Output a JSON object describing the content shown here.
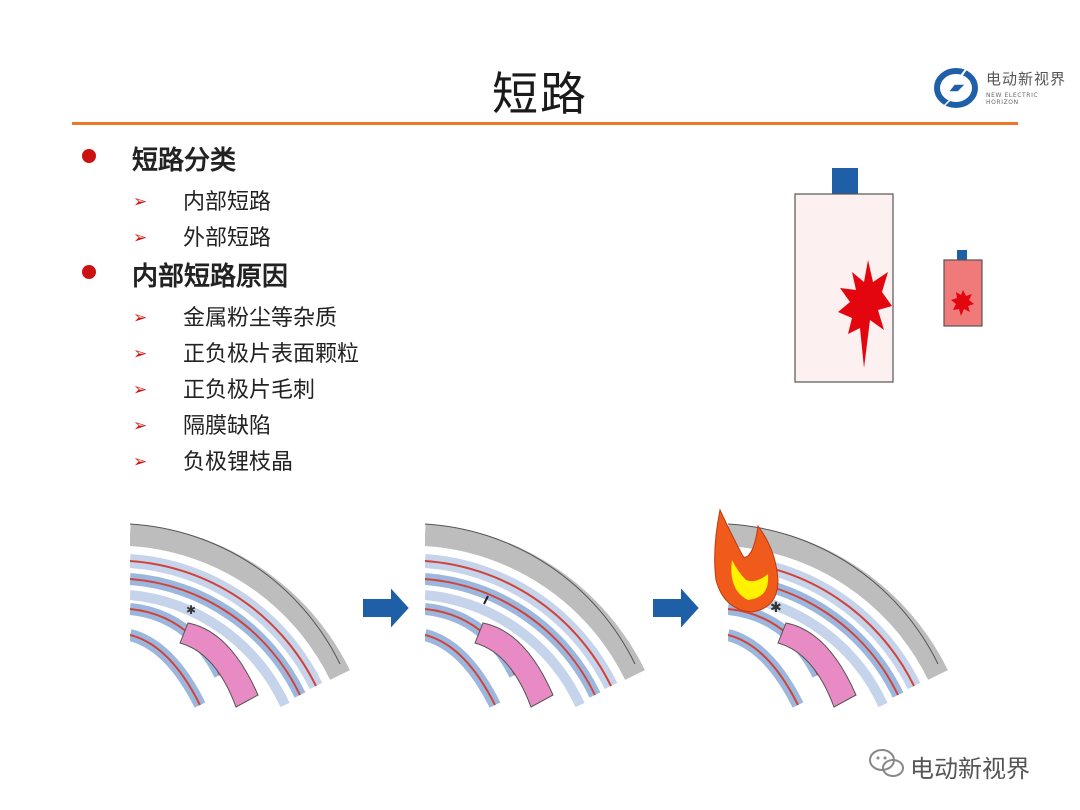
{
  "slide": {
    "title": "短路",
    "logo": {
      "name": "电动新视界",
      "tagline": "NEW ELECTRIC HORIZON"
    },
    "sections": [
      {
        "heading": "短路分类",
        "items": [
          "内部短路",
          "外部短路"
        ]
      },
      {
        "heading": "内部短路原因",
        "items": [
          "金属粉尘等杂质",
          "正负极片表面颗粒",
          "正负极片毛刺",
          "隔膜缺陷",
          "负极锂枝晶"
        ]
      }
    ],
    "watermark": "电动新视界"
  },
  "colors": {
    "accent_line": "#f0772a",
    "bullet": "#cc1111",
    "arrow": "#1f5fa8",
    "separator": "#9bb7dd",
    "electrode_line": "#d0433a",
    "anode": "#e88bc4",
    "flame": "#f05a1a"
  },
  "icons": {
    "section_bullet": "red-dot-icon",
    "item_bullet": "red-arrowhead-icon",
    "process_arrow": "blue-arrow-icon",
    "flame": "flame-icon",
    "spark": "spark-icon"
  }
}
